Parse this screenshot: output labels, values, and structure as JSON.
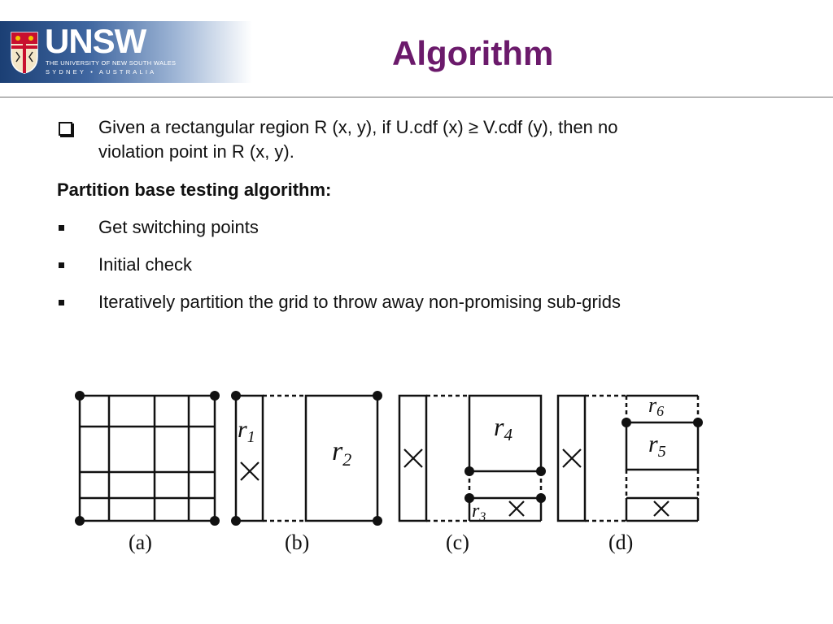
{
  "header": {
    "logo_name": "UNSW",
    "logo_subtitle": "THE UNIVERSITY OF NEW SOUTH WALES",
    "logo_location": "SYDNEY • AUSTRALIA",
    "title": "Algorithm"
  },
  "content": {
    "bullet1_line1": "Given a rectangular region R (x, y), if U.cdf (x) ≥ V.cdf (y), then no",
    "bullet1_line2": "violation point in R (x, y).",
    "heading": "Partition base testing algorithm:",
    "steps": [
      "Get switching points",
      "Initial check",
      "Iteratively partition the grid to throw away non-promising sub-grids"
    ]
  },
  "figure": {
    "labels": [
      "(a)",
      "(b)",
      "(c)",
      "(d)"
    ],
    "regions": {
      "r1": {
        "base": "r",
        "sub": "1"
      },
      "r2": {
        "base": "r",
        "sub": "2"
      },
      "r3": {
        "base": "r",
        "sub": "3"
      },
      "r4": {
        "base": "r",
        "sub": "4"
      },
      "r5": {
        "base": "r",
        "sub": "5"
      },
      "r6": {
        "base": "r",
        "sub": "6"
      }
    }
  },
  "colors": {
    "title": "#6b1a6b",
    "logo_band": "#1b3f74"
  }
}
